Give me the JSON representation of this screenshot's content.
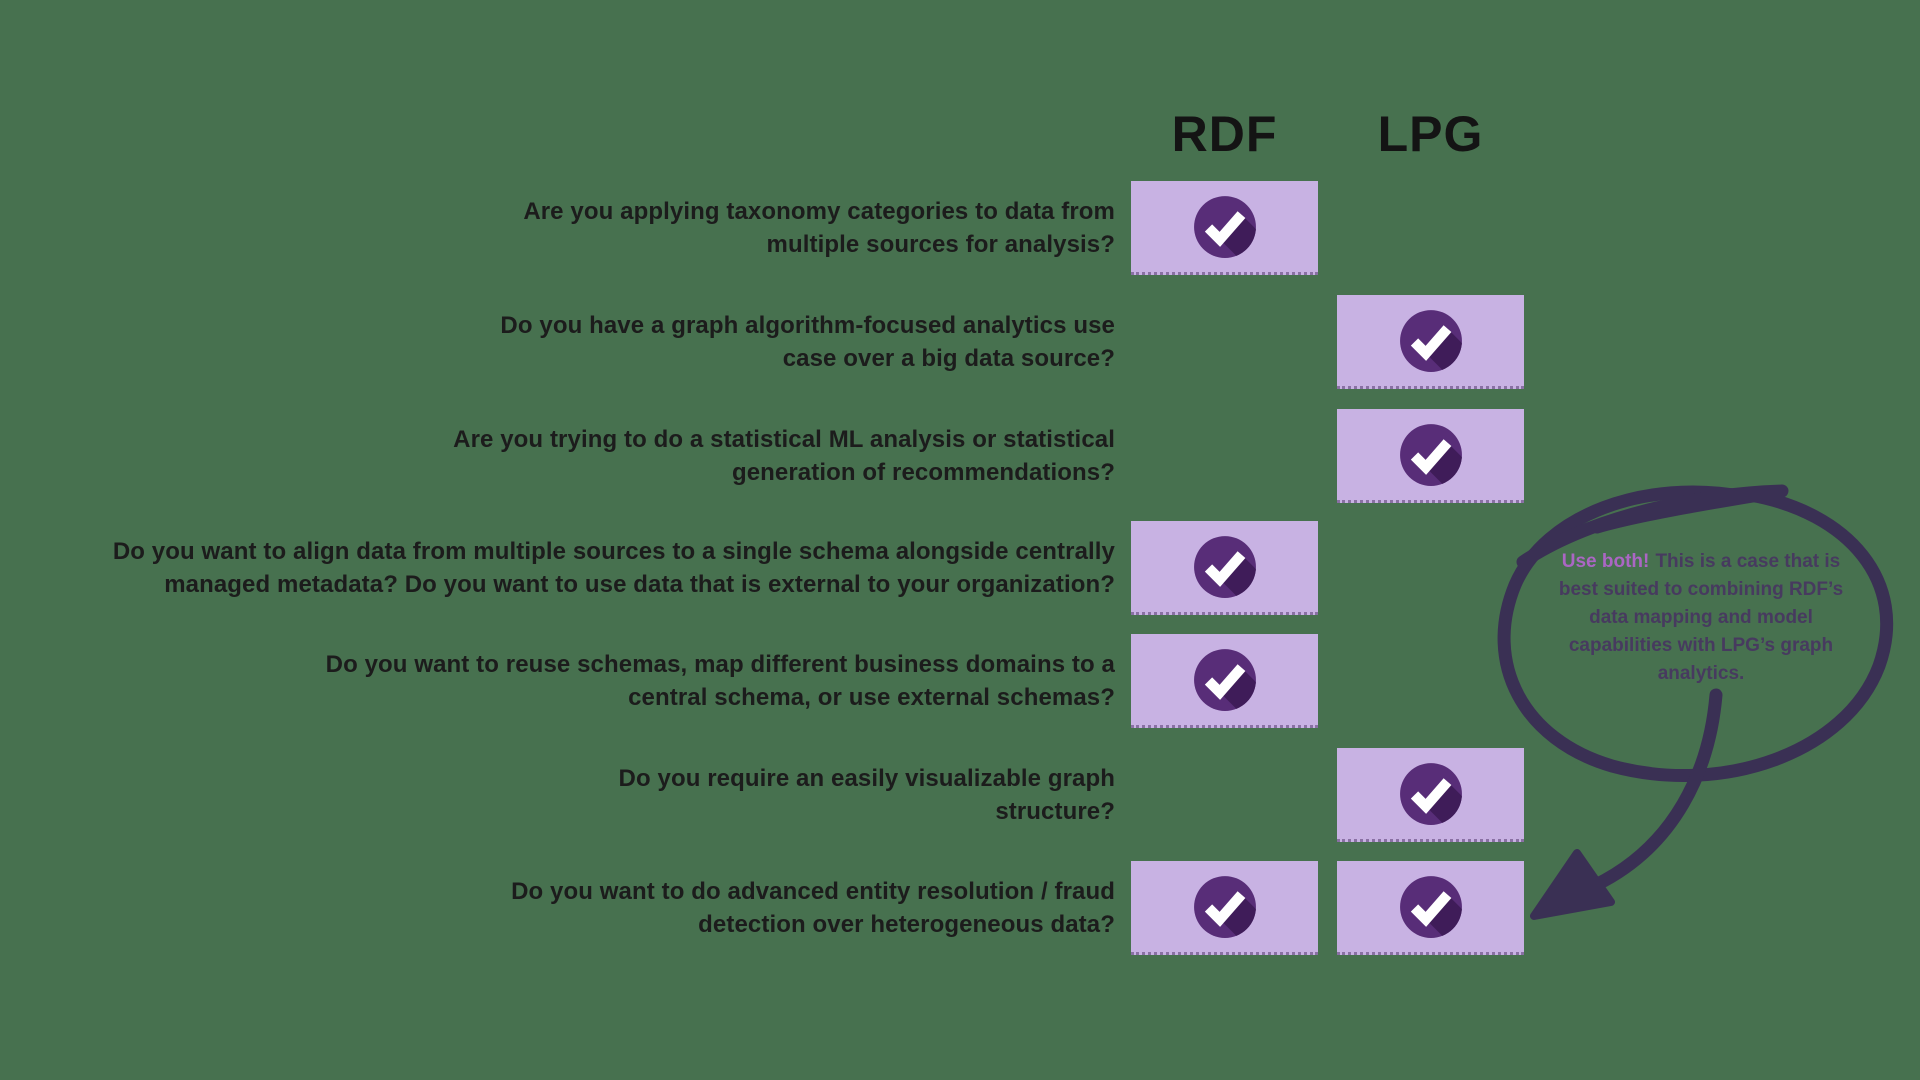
{
  "columns": {
    "rdf": "RDF",
    "lpg": "LPG"
  },
  "rows": [
    {
      "question": "Are you applying taxonomy categories to data from multiple sources for analysis?",
      "rdf": true,
      "lpg": false
    },
    {
      "question": "Do you have a graph algorithm-focused analytics use case over a big data source?",
      "rdf": false,
      "lpg": true
    },
    {
      "question": "Are you trying to do a statistical ML analysis or statistical generation of recommendations?",
      "rdf": false,
      "lpg": true
    },
    {
      "question": "Do you want to align data from multiple sources to a single schema alongside centrally managed metadata? Do you want to use data that is external to your organization?",
      "rdf": true,
      "lpg": false
    },
    {
      "question": "Do you want to reuse schemas, map different business domains to a central schema, or use external schemas?",
      "rdf": true,
      "lpg": false
    },
    {
      "question": "Do you require an easily visualizable graph structure?",
      "rdf": false,
      "lpg": true
    },
    {
      "question": "Do you want to do advanced entity resolution / fraud detection over heterogeneous data?",
      "rdf": true,
      "lpg": true
    }
  ],
  "annotation": {
    "highlight": "Use both!",
    "text": "This is a case that is best suited to combining RDF’s data mapping and model capabilities with LPG’s graph analytics."
  },
  "icons": {
    "cell_icon": "check-icon",
    "annotation_arrow": "curved-arrow-icon",
    "annotation_bubble": "hand-drawn-ellipse"
  },
  "colors": {
    "background": "#47714f",
    "cell_background": "#c8b2e3",
    "check_circle": "#582d78",
    "check_shadow": "#3f1c59",
    "ink": "#3a3054",
    "highlight_text": "#ab66c4",
    "annotation_text": "#473a5f",
    "question_text": "#1c1c1c"
  }
}
